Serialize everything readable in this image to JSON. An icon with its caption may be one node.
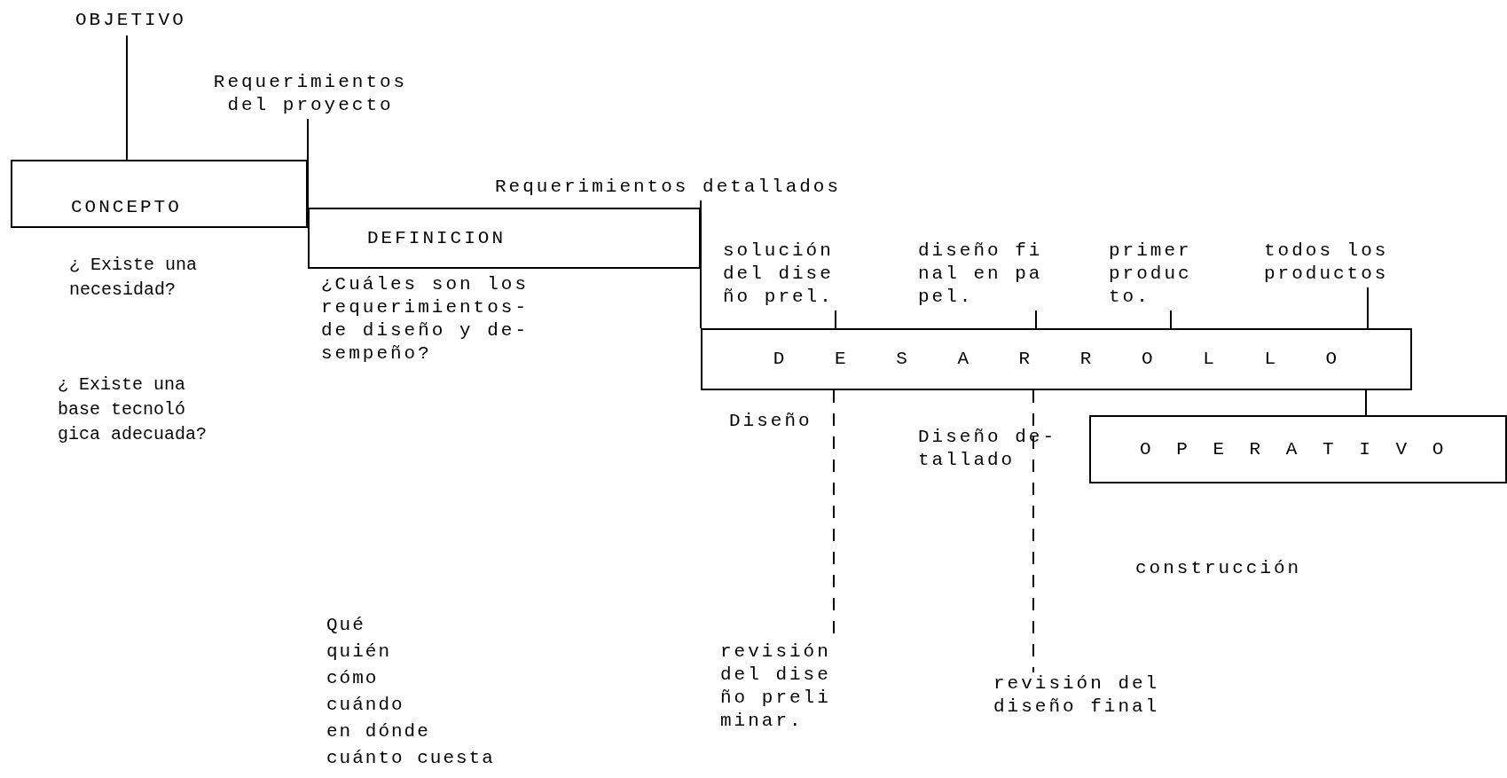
{
  "diagram": {
    "nodes": [
      {
        "text": [
          "OBJETIVO"
        ]
      },
      {
        "text": [
          "Requerimientos del proyecto"
        ]
      },
      {
        "text": [
          "CONCEPTO"
        ]
      },
      {
        "text": [
          "DEFINICION"
        ]
      },
      {
        "text": [
          "Requerimientos detallados"
        ]
      },
      {
        "text": [
          "D E S A R R O L L O"
        ]
      },
      {
        "text": [
          "solución del dise ño prel."
        ]
      },
      {
        "text": [
          "diseño fi nal en pa pel."
        ]
      },
      {
        "text": [
          "primer produc to."
        ]
      },
      {
        "text": [
          "todos los productos"
        ]
      },
      {
        "text": [
          "O P E R A T I V O"
        ]
      },
      {
        "text": [
          "revisión del dise ño preli minar."
        ]
      },
      {
        "text": [
          "revisión del diseño final"
        ]
      }
    ],
    "edges": [
      {
        "from": 0,
        "to": 2,
        "arrow": "none"
      },
      {
        "from": 1,
        "to": 3,
        "arrow": "none"
      },
      {
        "from": 4,
        "to": 5,
        "arrow": "none"
      },
      {
        "from": 6,
        "to": 5,
        "arrow": "none"
      },
      {
        "from": 7,
        "to": 5,
        "arrow": "none"
      },
      {
        "from": 8,
        "to": 5,
        "arrow": "none"
      },
      {
        "from": 9,
        "to": 5,
        "arrow": "none"
      },
      {
        "from": 5,
        "to": 11,
        "arrow": "none",
        "style": "dashed"
      },
      {
        "from": 5,
        "to": 12,
        "arrow": "none",
        "style": "dashed"
      },
      {
        "from": 5,
        "to": 10,
        "arrow": "none"
      }
    ],
    "labels": [
      "¿ Existe una necesidad?",
      "¿Cuáles son los requerimientos- de diseño y de- sempeño?",
      "¿ Existe una base tecnoló gica adecuada?",
      "Diseño",
      "Diseño de- tallado",
      "construcción",
      "Qué",
      "quién",
      "cómo",
      "cuándo",
      "en dónde",
      "cuánto cuesta"
    ]
  }
}
